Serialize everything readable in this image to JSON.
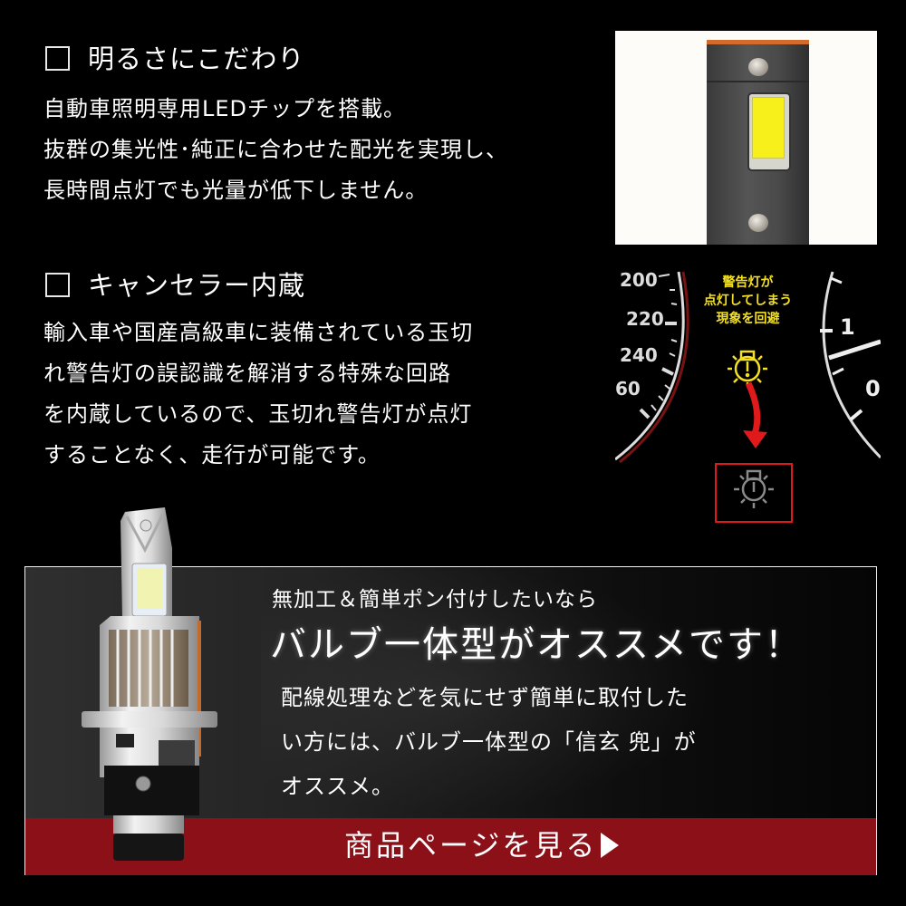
{
  "features": [
    {
      "title": "明るさにこだわり",
      "lines": [
        "自動車照明専用LEDチップを搭載。",
        "抜群の集光性･純正に合わせた配光を実現し、",
        "長時間点灯でも光量が低下しません。"
      ]
    },
    {
      "title": "キャンセラー内蔵",
      "lines": [
        "輸入車や国産高級車に装備されている玉切",
        "れ警告灯の誤認識を解消する特殊な回路",
        "を内蔵しているので、玉切れ警告灯が点灯",
        "することなく、走行が可能です。"
      ]
    }
  ],
  "gauge_image": {
    "caption_lines": [
      "警告灯が",
      "点灯してしまう",
      "現象を回避"
    ],
    "speed_ticks": [
      "200",
      "220",
      "240",
      "60"
    ],
    "tacho_ticks": [
      "1",
      "0"
    ],
    "warning_color": "#f4e022",
    "highlight_color": "#e01a1a"
  },
  "promo": {
    "pre_headline": "無加工＆簡単ポン付けしたいなら",
    "headline": "バルブ一体型がオススメです！",
    "body_lines": [
      "配線処理などを気にせず簡単に取付した",
      "い方には、バルブ一体型の「信玄 兜」が",
      "オススメ。"
    ],
    "cta_label": "商品ページを見る",
    "cta_color": "#8b1018"
  }
}
